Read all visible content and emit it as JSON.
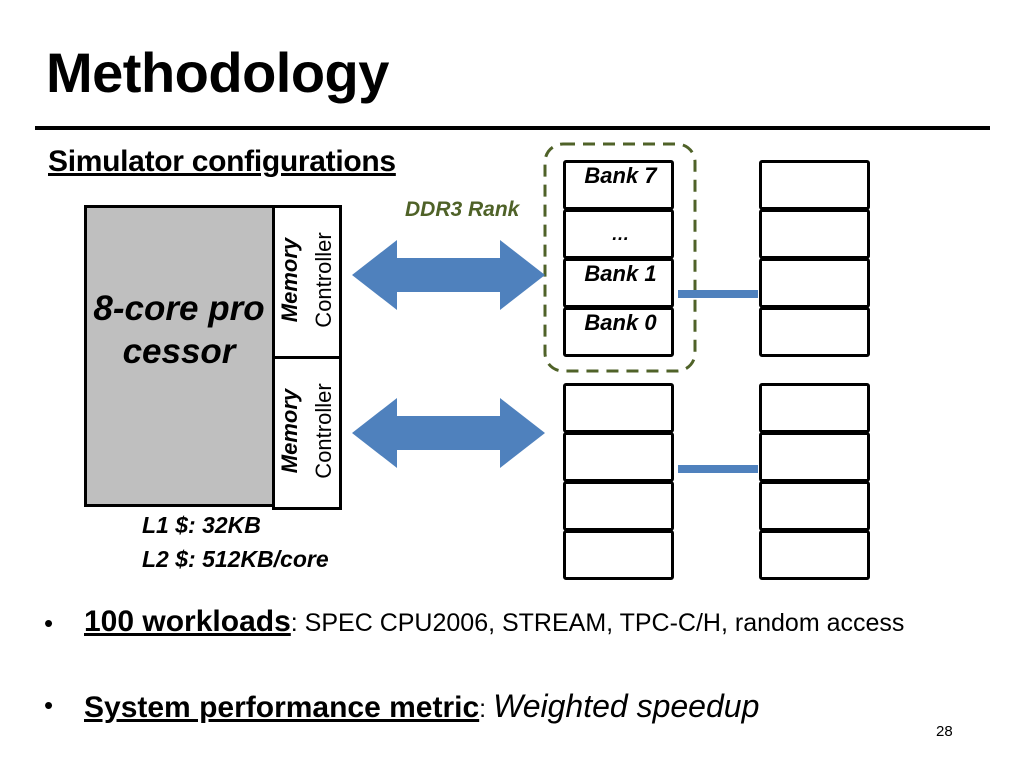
{
  "slide": {
    "title": "Methodology",
    "subtitle": "Simulator configurations",
    "page_number": "28"
  },
  "diagram": {
    "processor_label": "8-core processor",
    "memory_controller_label_1": "Memory",
    "memory_controller_label_2": "Controller",
    "rank_label": "DDR3 Rank",
    "banks": [
      "Bank 7",
      "…",
      "Bank 1",
      "Bank 0"
    ],
    "cache_l1": "L1 $: 32KB",
    "cache_l2": "L2 $: 512KB/core",
    "colors": {
      "arrow": "#4f81bd",
      "processor_fill": "#bfbfbf",
      "rank_outline": "#4f6228"
    }
  },
  "bullets": [
    {
      "head": "100 workloads",
      "sep": ": ",
      "body": "SPEC CPU2006, STREAM, TPC-C/H, random access"
    },
    {
      "head": "System performance metric",
      "sep": ": ",
      "body": "Weighted speedup"
    }
  ]
}
